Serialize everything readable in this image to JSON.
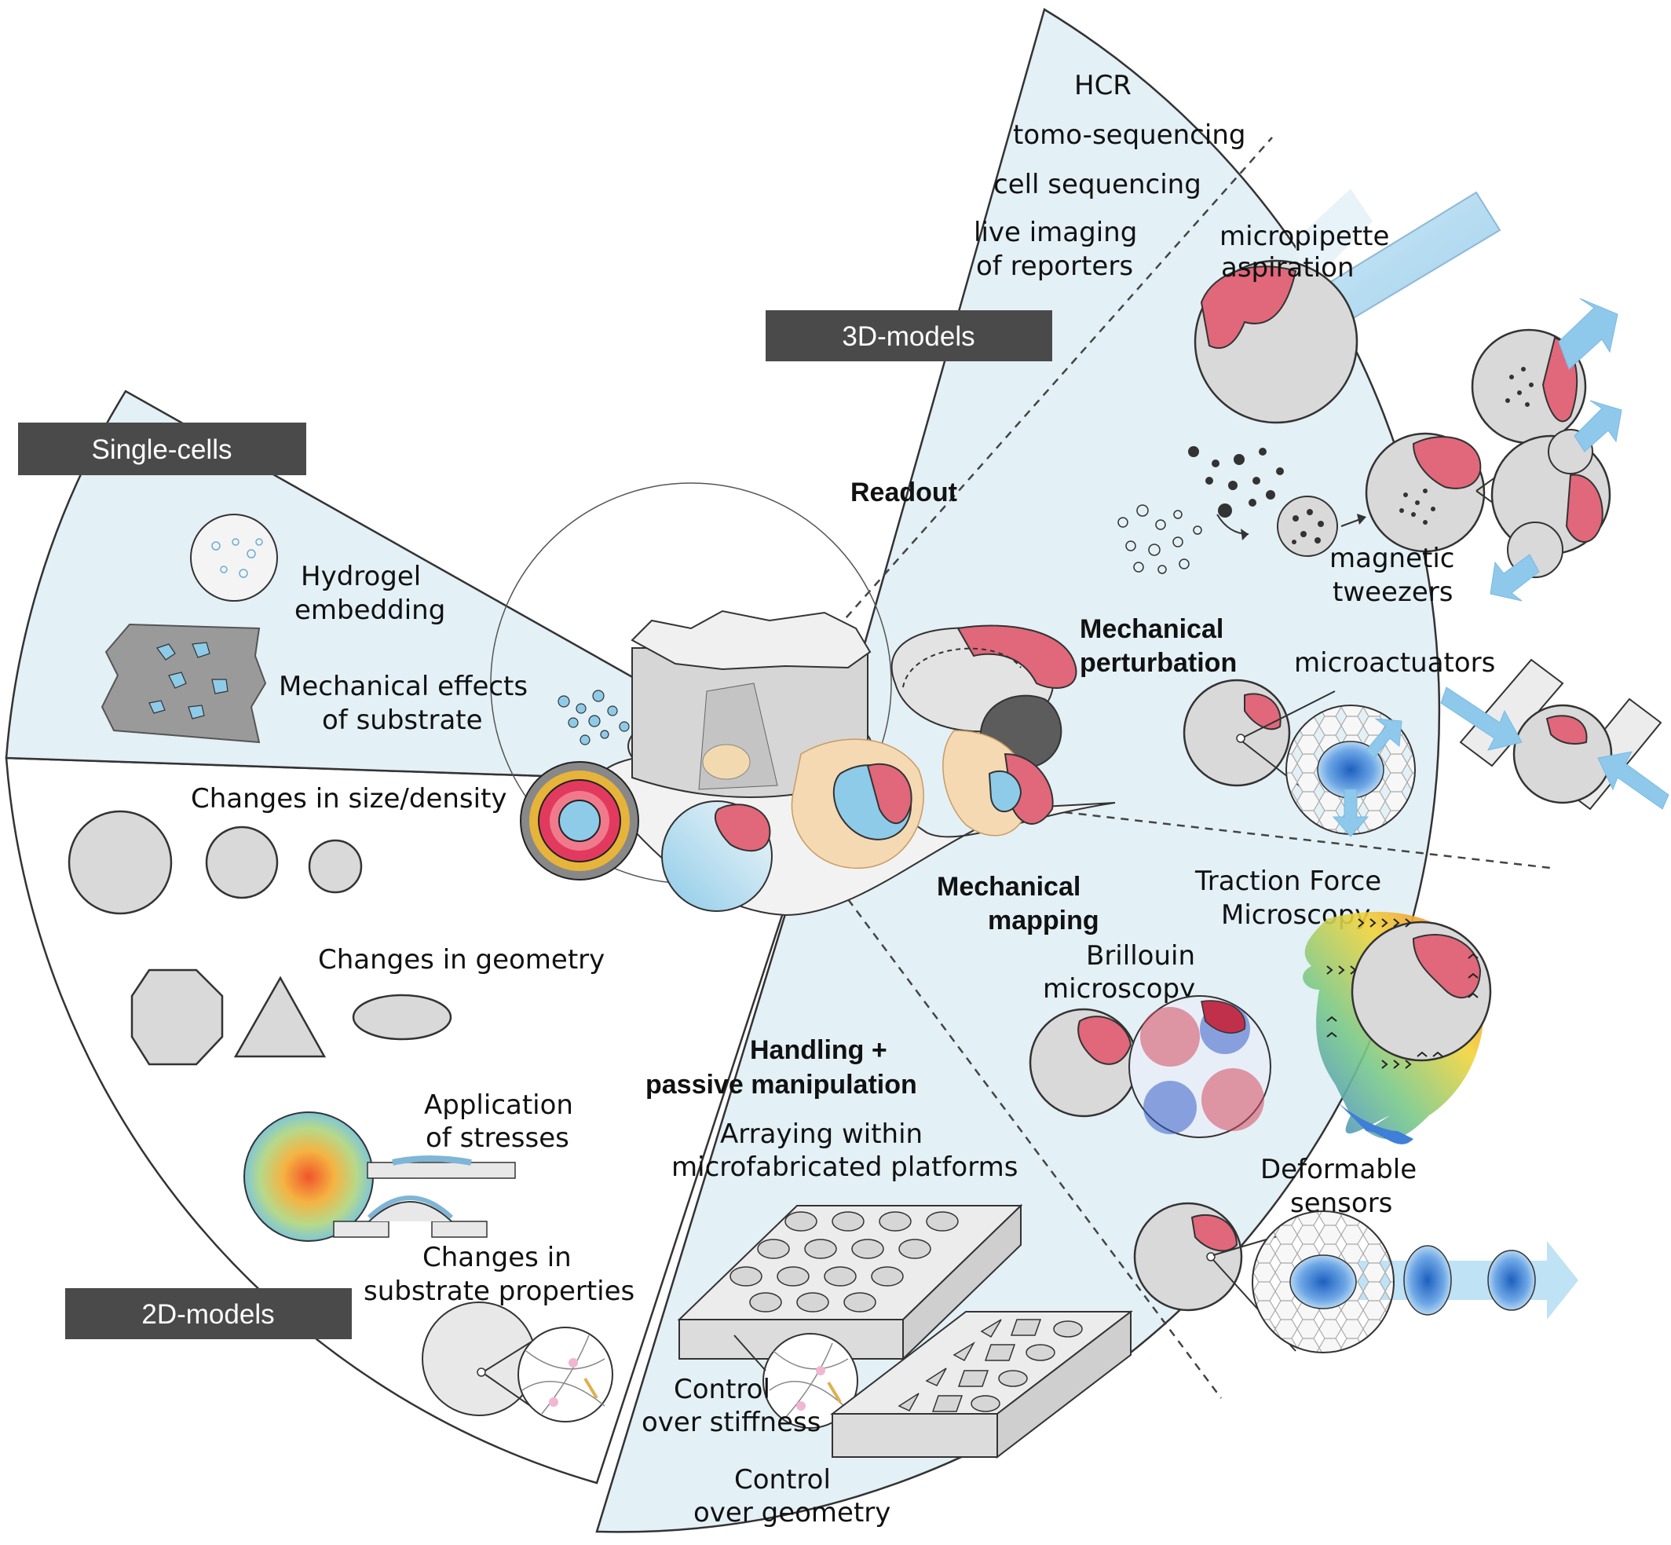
{
  "tags": {
    "single_cells": "Single-cells",
    "models_3d": "3D-models",
    "models_2d": "2D-models"
  },
  "sections": {
    "readout": "Readout",
    "mechanical_perturbation": [
      "Mechanical",
      "perturbation"
    ],
    "mechanical_mapping": [
      "Mechanical",
      "mapping"
    ],
    "handling": [
      "Handling +",
      "passive manipulation"
    ]
  },
  "readout_items": {
    "hcr": "HCR",
    "tomo": "tomo-sequencing",
    "cell_seq": "cell sequencing",
    "live_imaging": [
      "live imaging",
      "of reporters"
    ]
  },
  "perturbation_items": {
    "micropipette": [
      "micropipette",
      "aspiration"
    ],
    "magnetic": [
      "magnetic",
      "tweezers"
    ],
    "microactuators": "microactuators"
  },
  "mapping_items": {
    "traction": [
      "Traction Force",
      "Microscopy"
    ],
    "brillouin": [
      "Brillouin",
      "microscopy"
    ],
    "deformable": [
      "Deformable",
      "sensors"
    ]
  },
  "handling_items": {
    "arraying": [
      "Arraying within",
      "microfabricated platforms"
    ],
    "stiffness": [
      "Control",
      "over stiffness"
    ],
    "geometry": [
      "Control",
      "over geometry"
    ]
  },
  "single_cell_items": {
    "hydrogel": [
      "Hydrogel",
      "embedding"
    ],
    "substrate": [
      "Mechanical effects",
      "of substrate"
    ]
  },
  "models_2d_items": {
    "size_density": "Changes in size/density",
    "geometry": "Changes in geometry",
    "stresses": [
      "Application",
      "of stresses"
    ],
    "substrate_props": [
      "Changes in",
      "substrate properties"
    ]
  },
  "colors": {
    "panel_blue": "#e3f0f6",
    "tag_gray": "#4a4a4a",
    "cell_pink": "#e0687a",
    "cell_blue": "#8ecbe8",
    "arrow_blue": "#8ec9ec"
  }
}
